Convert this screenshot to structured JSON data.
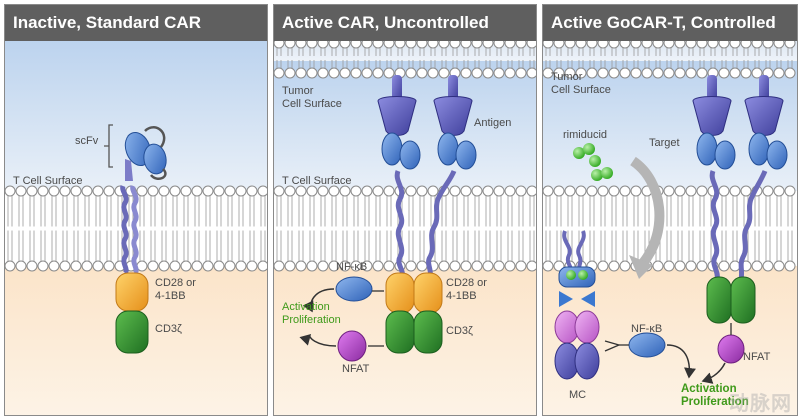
{
  "panels": [
    {
      "title": "Inactive, Standard CAR",
      "labels": {
        "scfv": "scFv",
        "t_cell_surface": "T Cell Surface",
        "costim": "CD28 or\n4-1BB",
        "cd3z": "CD3ζ"
      }
    },
    {
      "title": "Active CAR, Uncontrolled",
      "labels": {
        "tumor_surface": "Tumor\nCell Surface",
        "antigen": "Antigen",
        "t_cell_surface": "T Cell Surface",
        "nfkb": "NF-κB",
        "costim": "CD28 or\n4-1BB",
        "activation": "Activation\nProliferation",
        "cd3z": "CD3ζ",
        "nfat": "NFAT"
      }
    },
    {
      "title": "Active GoCAR-T, Controlled",
      "labels": {
        "tumor_surface": "Tumor\nCell Surface",
        "rimiducid": "rimiducid",
        "target": "Target",
        "nfkb": "NF-κB",
        "mc": "MC",
        "nfat": "NFAT",
        "activation": "Activation\nProliferation"
      }
    }
  ],
  "colors": {
    "header_bg": "#5f5f5f",
    "membrane_blue": "#6a6ab8",
    "scfv_blue": "#3b78d0",
    "costim_orange": "#f4a932",
    "cd3z_green": "#2f8f2f",
    "nfat_purple": "#b245c4",
    "mc_pink": "#d67ddf",
    "drug_green": "#4cc23a",
    "label_green": "#3f9a1a"
  },
  "watermark": "动脉网"
}
